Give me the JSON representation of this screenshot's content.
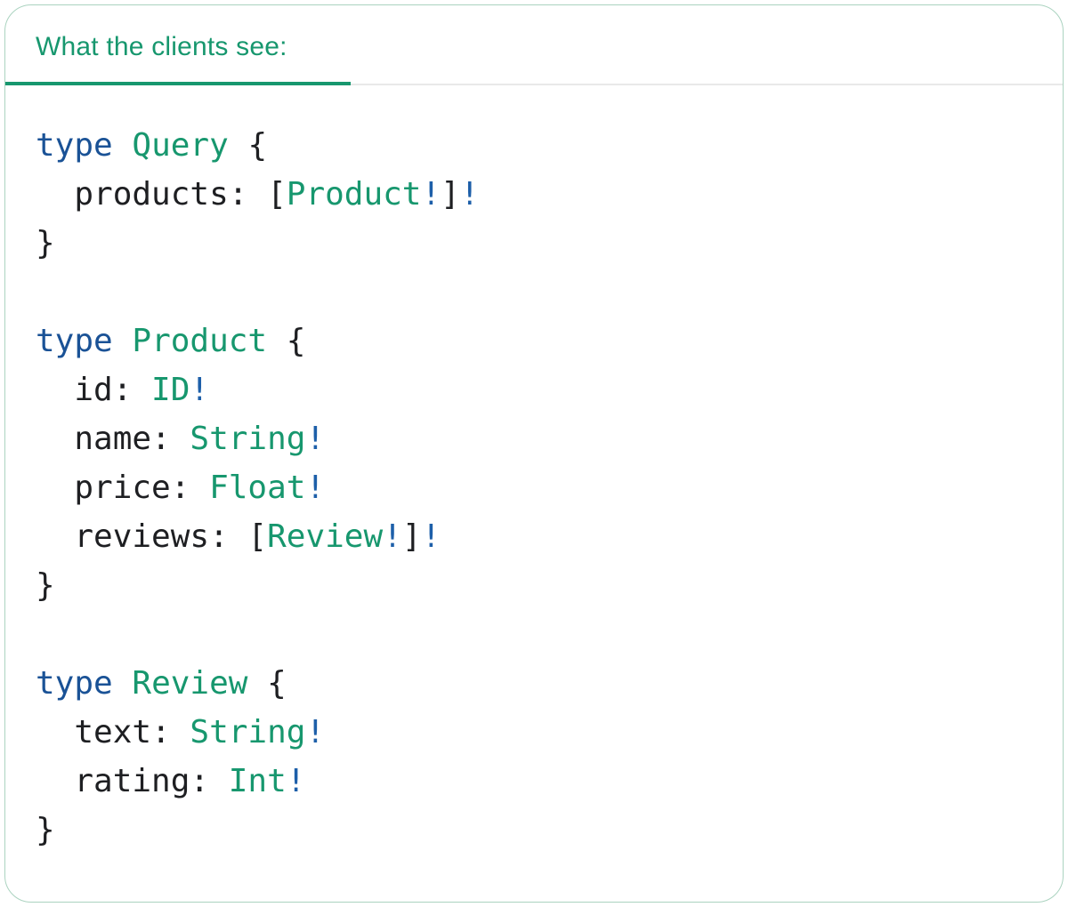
{
  "palette": {
    "accent_teal": "#17976e",
    "keyword_blue": "#1a5296",
    "bang_blue": "#1d5fa9",
    "code_text": "#1e1f22",
    "tab_divider": "#e9e9e9",
    "card_border": "#abd3c0",
    "card_background": "#ffffff"
  },
  "tab": {
    "label": "What the clients see:"
  },
  "code": {
    "lines": [
      [
        {
          "t": "type",
          "s": "kw"
        },
        {
          "t": " ",
          "s": "pl"
        },
        {
          "t": "Query",
          "s": "ty"
        },
        {
          "t": " {",
          "s": "pl"
        }
      ],
      [
        {
          "t": "  products: [",
          "s": "pl"
        },
        {
          "t": "Product",
          "s": "ty"
        },
        {
          "t": "!",
          "s": "bg"
        },
        {
          "t": "]",
          "s": "pl"
        },
        {
          "t": "!",
          "s": "bg"
        }
      ],
      [
        {
          "t": "}",
          "s": "pl"
        }
      ],
      [],
      [
        {
          "t": "type",
          "s": "kw"
        },
        {
          "t": " ",
          "s": "pl"
        },
        {
          "t": "Product",
          "s": "ty"
        },
        {
          "t": " {",
          "s": "pl"
        }
      ],
      [
        {
          "t": "  id: ",
          "s": "pl"
        },
        {
          "t": "ID",
          "s": "ty"
        },
        {
          "t": "!",
          "s": "bg"
        }
      ],
      [
        {
          "t": "  name: ",
          "s": "pl"
        },
        {
          "t": "String",
          "s": "ty"
        },
        {
          "t": "!",
          "s": "bg"
        }
      ],
      [
        {
          "t": "  price: ",
          "s": "pl"
        },
        {
          "t": "Float",
          "s": "ty"
        },
        {
          "t": "!",
          "s": "bg"
        }
      ],
      [
        {
          "t": "  reviews: [",
          "s": "pl"
        },
        {
          "t": "Review",
          "s": "ty"
        },
        {
          "t": "!",
          "s": "bg"
        },
        {
          "t": "]",
          "s": "pl"
        },
        {
          "t": "!",
          "s": "bg"
        }
      ],
      [
        {
          "t": "}",
          "s": "pl"
        }
      ],
      [],
      [
        {
          "t": "type",
          "s": "kw"
        },
        {
          "t": " ",
          "s": "pl"
        },
        {
          "t": "Review",
          "s": "ty"
        },
        {
          "t": " {",
          "s": "pl"
        }
      ],
      [
        {
          "t": "  text: ",
          "s": "pl"
        },
        {
          "t": "String",
          "s": "ty"
        },
        {
          "t": "!",
          "s": "bg"
        }
      ],
      [
        {
          "t": "  rating: ",
          "s": "pl"
        },
        {
          "t": "Int",
          "s": "ty"
        },
        {
          "t": "!",
          "s": "bg"
        }
      ],
      [
        {
          "t": "}",
          "s": "pl"
        }
      ]
    ]
  }
}
